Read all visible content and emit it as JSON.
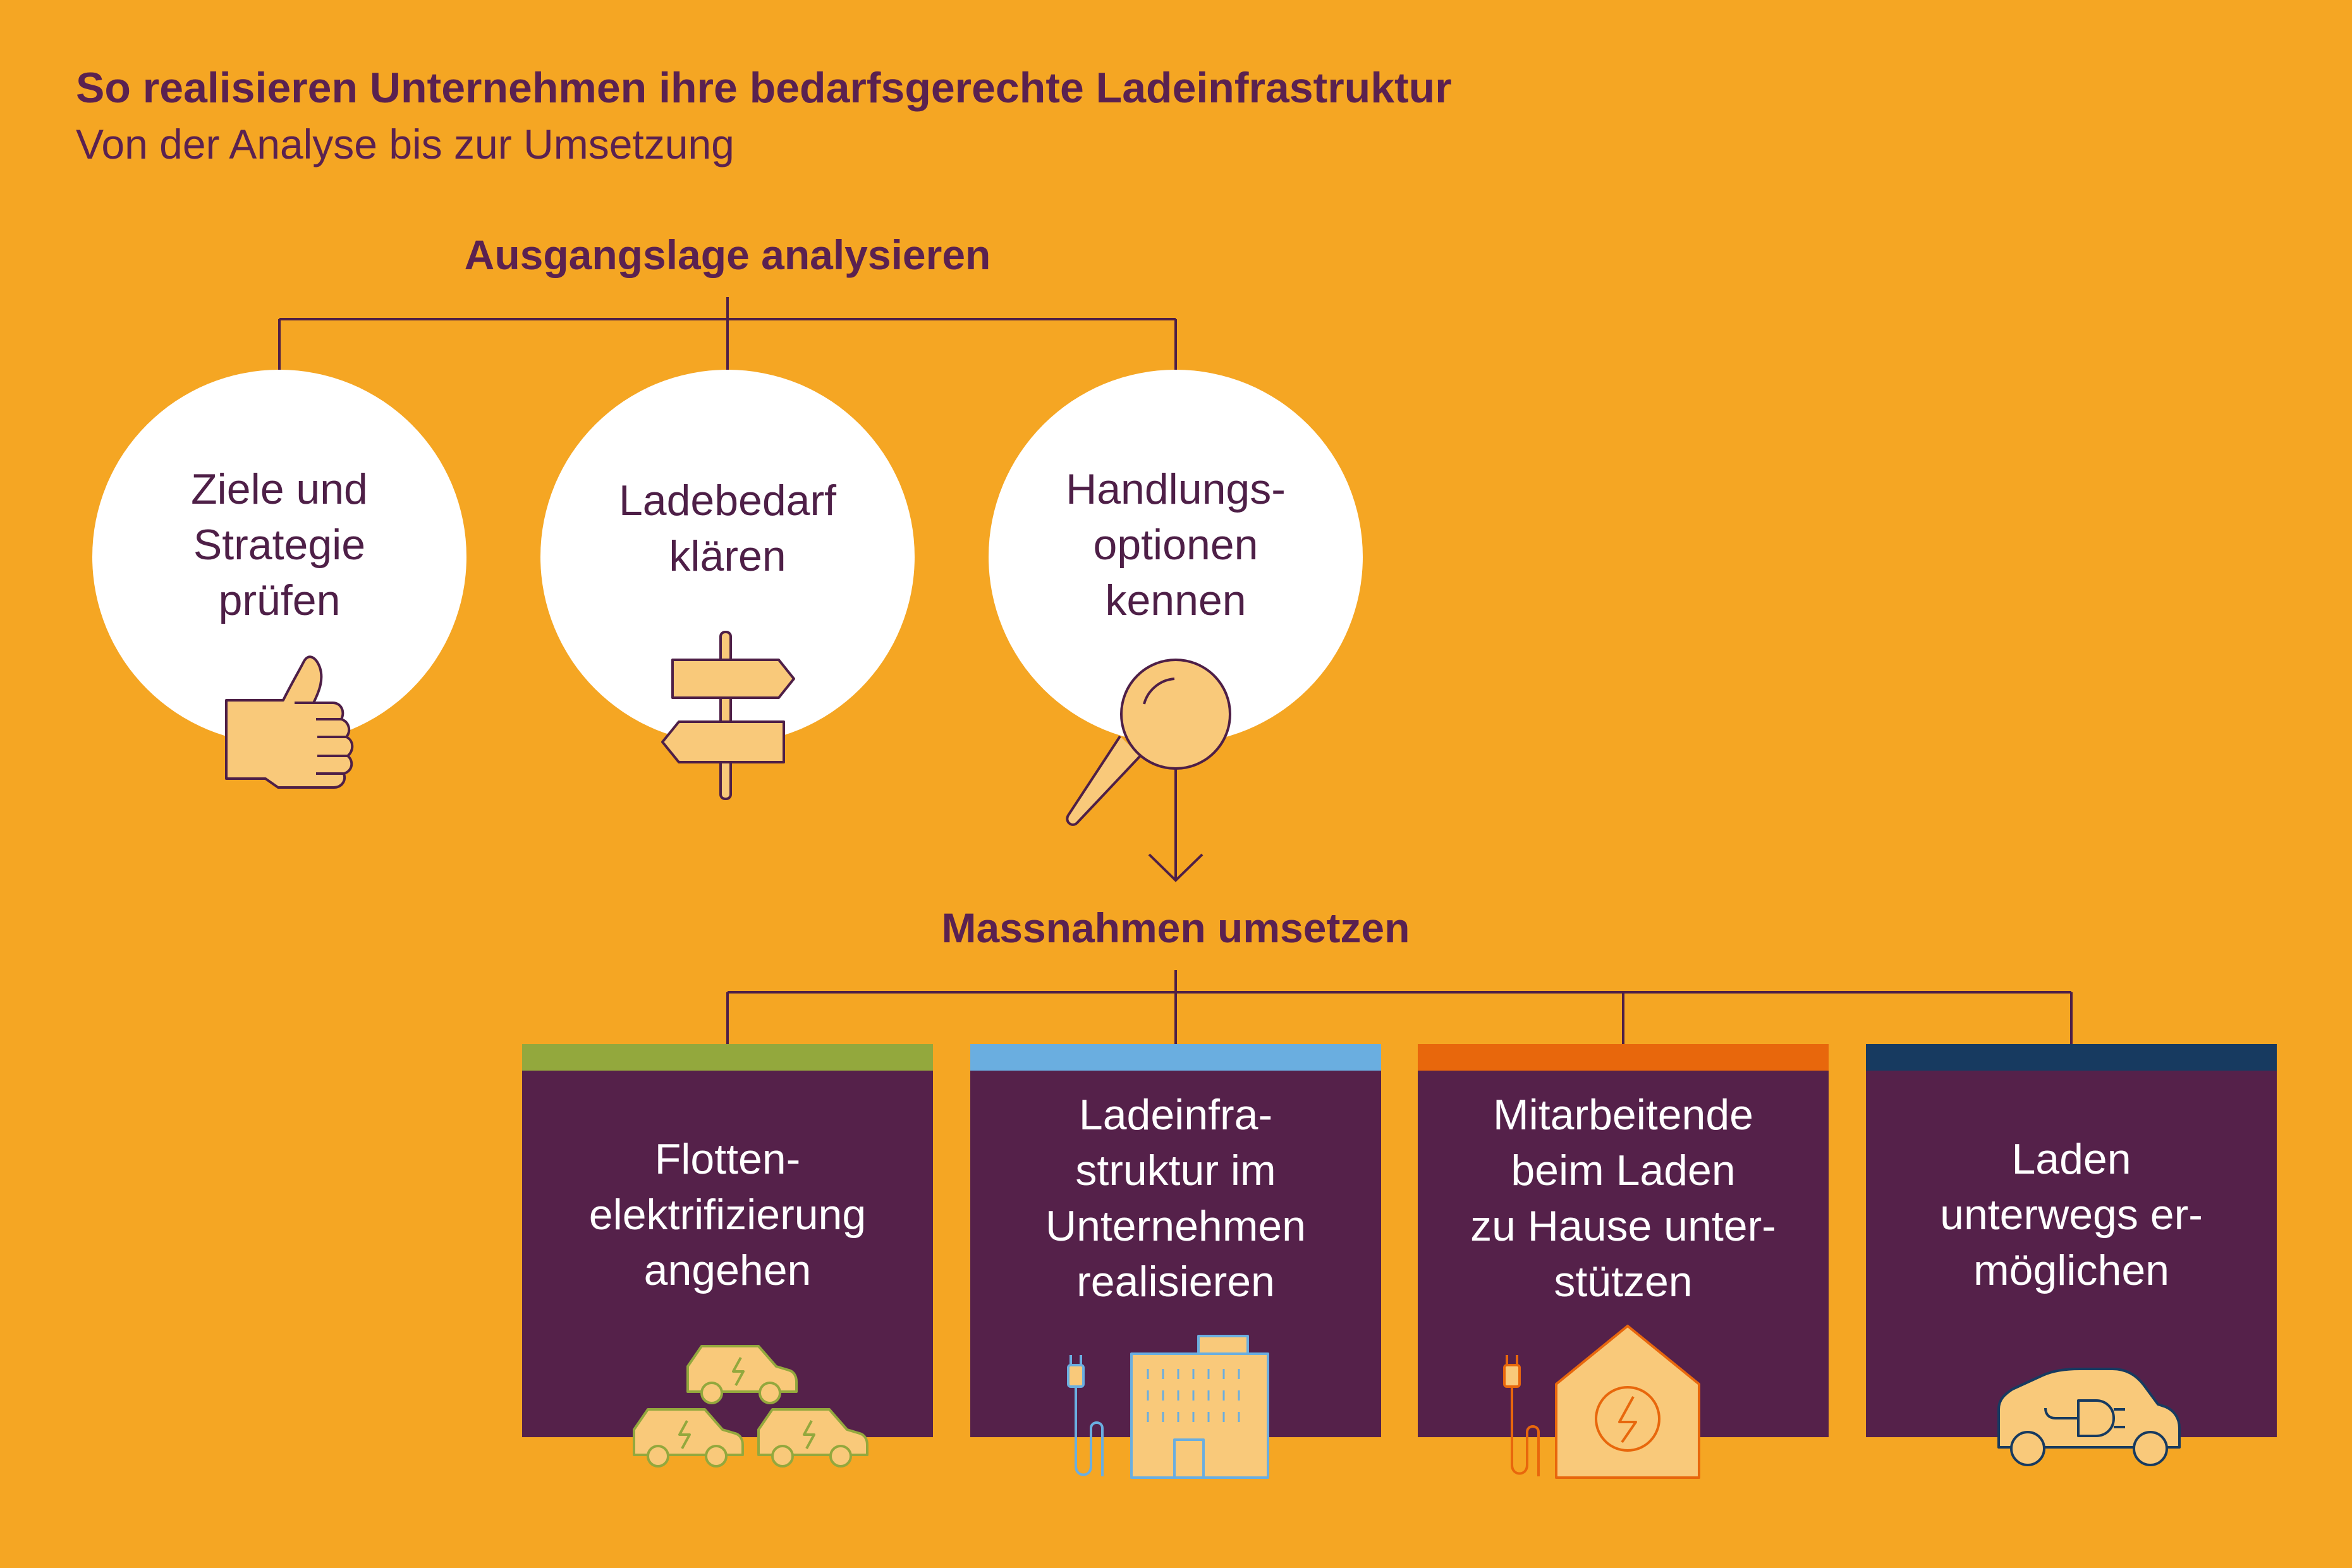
{
  "header": {
    "title": "So realisieren Unternehmen ihre bedarfsgerechte Ladeinfrastruktur",
    "subtitle": "Von der Analyse bis zur Umsetzung"
  },
  "analysis": {
    "heading": "Ausgangslage analysieren",
    "items": [
      {
        "lines": [
          "Ziele und",
          "Strategie",
          "prüfen"
        ],
        "icon": "thumbs-up-icon"
      },
      {
        "lines": [
          "Ladebedarf",
          "klären"
        ],
        "icon": "signpost-icon"
      },
      {
        "lines": [
          "Handlungs-",
          "optionen",
          "kennen"
        ],
        "icon": "magnifier-icon"
      }
    ]
  },
  "measures": {
    "heading": "Massnahmen umsetzen",
    "items": [
      {
        "lines": [
          "Flotten-",
          "elektrifizierung",
          "angehen"
        ],
        "bar_color": "#93A83D",
        "icon": "electric-cars-icon"
      },
      {
        "lines": [
          "Ladeinfra-",
          "struktur im",
          "Unternehmen",
          "realisieren"
        ],
        "bar_color": "#6AAEE0",
        "icon": "office-charger-icon"
      },
      {
        "lines": [
          "Mitarbeitende",
          "beim Laden",
          "zu Hause unter-",
          "stützen"
        ],
        "bar_color": "#E8670C",
        "icon": "home-charger-icon"
      },
      {
        "lines": [
          "Laden",
          "unterwegs er-",
          "möglichen"
        ],
        "bar_color": "#173A60",
        "icon": "car-plug-icon"
      }
    ]
  },
  "colors": {
    "background": "#F5A623",
    "plum": "#55214A",
    "icon_fill": "#F9C97A"
  }
}
